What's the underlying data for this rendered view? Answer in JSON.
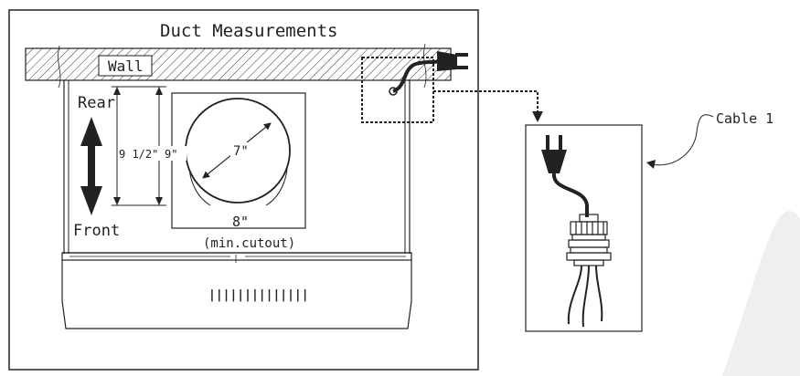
{
  "diagram": {
    "title": "Duct Measurements",
    "wall_label": "Wall",
    "rear_label": "Rear",
    "front_label": "Front",
    "depth_label": "9 1/2\"",
    "depth_suffix": "9\"",
    "diameter_label": "7\"",
    "width_label": "8\"",
    "min_cutout_label": "(min.cutout)",
    "grille_label": "||||||||||||||",
    "cable_label": "Cable 1"
  }
}
